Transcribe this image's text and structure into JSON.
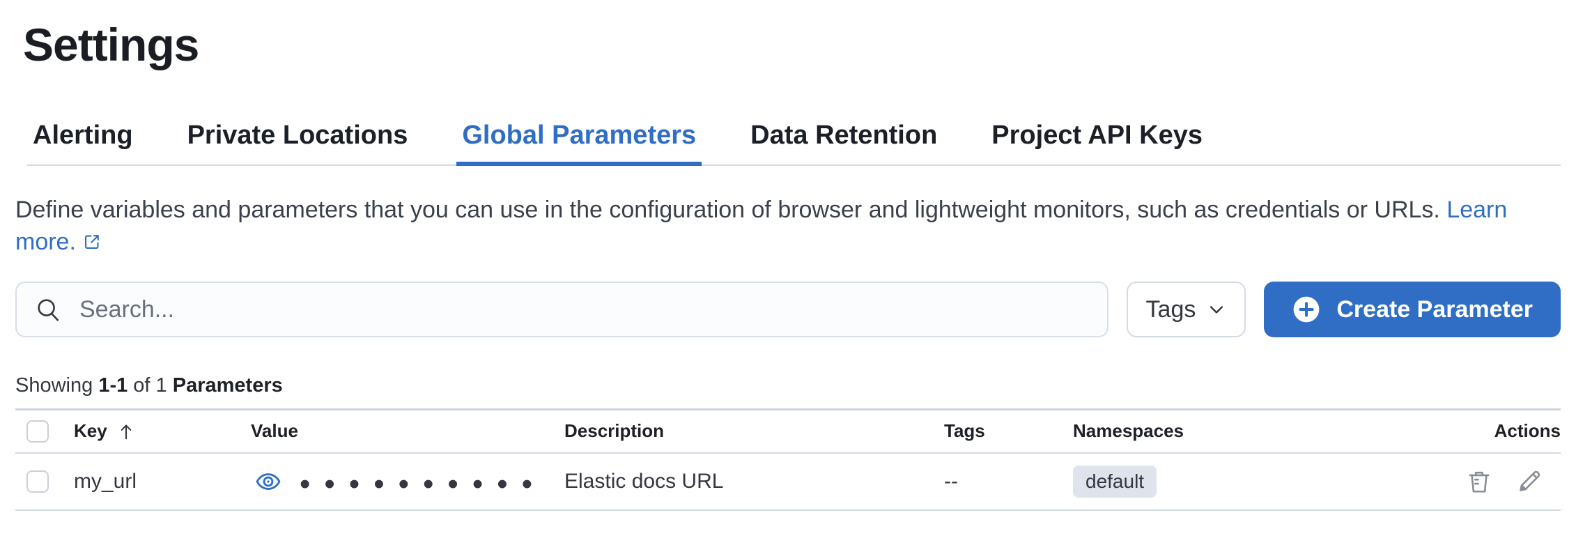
{
  "page": {
    "title": "Settings"
  },
  "tabs": [
    {
      "label": "Alerting",
      "active": false
    },
    {
      "label": "Private Locations",
      "active": false
    },
    {
      "label": "Global Parameters",
      "active": true
    },
    {
      "label": "Data Retention",
      "active": false
    },
    {
      "label": "Project API Keys",
      "active": false
    }
  ],
  "description": {
    "text": "Define variables and parameters that you can use in the configuration of browser and lightweight monitors, such as credentials or URLs.",
    "link_label": "Learn more.",
    "link_icon": "external-link-icon"
  },
  "toolbar": {
    "search": {
      "placeholder": "Search...",
      "value": "",
      "icon": "search-icon"
    },
    "tags_filter": {
      "label": "Tags",
      "icon": "chevron-down-icon"
    },
    "create_button": {
      "label": "Create Parameter",
      "icon": "plus-in-circle-icon"
    }
  },
  "summary": {
    "prefix": "Showing",
    "range": "1-1",
    "of": "of",
    "total": "1",
    "entity": "Parameters"
  },
  "table": {
    "columns": {
      "key": "Key",
      "value": "Value",
      "description": "Description",
      "tags": "Tags",
      "namespaces": "Namespaces",
      "actions": "Actions"
    },
    "sort": {
      "column": "Key",
      "direction": "ascending",
      "icon": "sort-ascending-arrow-icon"
    },
    "rows": [
      {
        "key": "my_url",
        "value": {
          "masked": true,
          "display": "••••••••••",
          "reveal_icon": "eye-icon"
        },
        "description": "Elastic docs URL",
        "tags": "--",
        "namespaces": [
          "default"
        ],
        "actions": [
          "delete",
          "edit"
        ]
      }
    ]
  },
  "colors": {
    "primary": "#2F6EC4",
    "link": "#2F6EC4",
    "text": "#343741",
    "heading": "#1A1D23",
    "subdued": "#69707D",
    "border": "#D3DAE6",
    "badge_bg": "#DFE3EC",
    "action_icon_gray": "#878D95"
  }
}
